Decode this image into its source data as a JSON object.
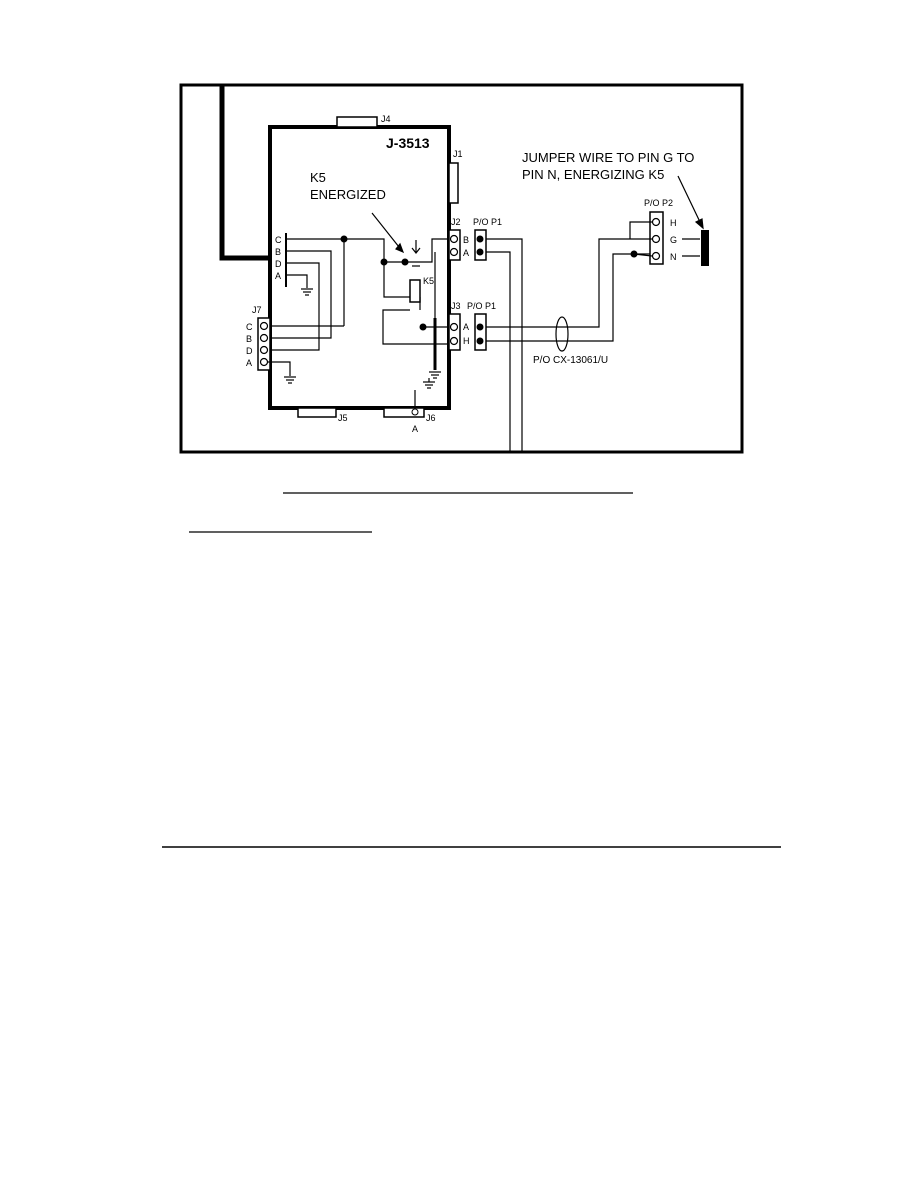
{
  "diagram": {
    "unit_label": "J-3513",
    "connectors": {
      "j1": "J1",
      "j2": "J2",
      "j3": "J3",
      "j4": "J4",
      "j5": "J5",
      "j6": "J6",
      "j7": "J7"
    },
    "relay": {
      "label": "K5",
      "callout": [
        "K5",
        "ENERGIZED"
      ]
    },
    "plugs": {
      "p1_upper": "P/O P1",
      "p1_lower": "P/O P1",
      "p2": "P/O P2"
    },
    "cable_label": "P/O CX-13061/U",
    "jumper_note": [
      "JUMPER WIRE TO PIN G TO",
      "PIN N, ENERGIZING K5"
    ],
    "j7_pins": [
      "C",
      "B",
      "D",
      "A"
    ],
    "internal_pins": [
      "C",
      "B",
      "D",
      "A"
    ],
    "j2_pins": [
      "B",
      "A"
    ],
    "j3_pins": [
      "A",
      "H"
    ],
    "p2_pins": [
      "H",
      "G",
      "N"
    ],
    "j6_pin": "A"
  }
}
